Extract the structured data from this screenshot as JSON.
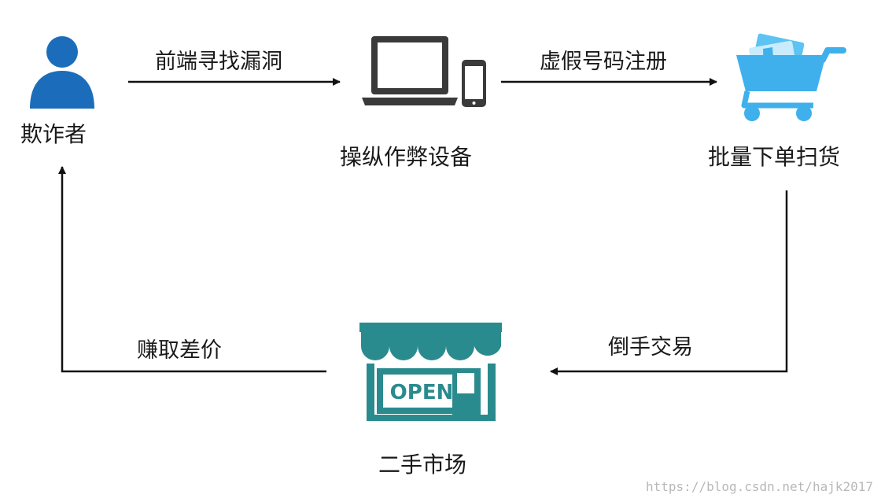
{
  "nodes": {
    "fraudster": {
      "label": "欺诈者",
      "icon": "person-icon",
      "color": "#1b6dbb"
    },
    "devices": {
      "label": "操纵作弊设备",
      "icon": "laptop-phone-icon",
      "color": "#333333"
    },
    "bulk_order": {
      "label": "批量下单扫货",
      "icon": "shopping-cart-icon",
      "color": "#3fb0ec"
    },
    "market": {
      "label": "二手市场",
      "icon": "shop-icon",
      "color": "#2a8b8e",
      "sign_text": "OPEN"
    }
  },
  "edges": {
    "find_loophole": "前端寻找漏洞",
    "fake_register": "虚假号码注册",
    "resell": "倒手交易",
    "profit": "赚取差价"
  },
  "watermark": "https://blog.csdn.net/hajk2017"
}
